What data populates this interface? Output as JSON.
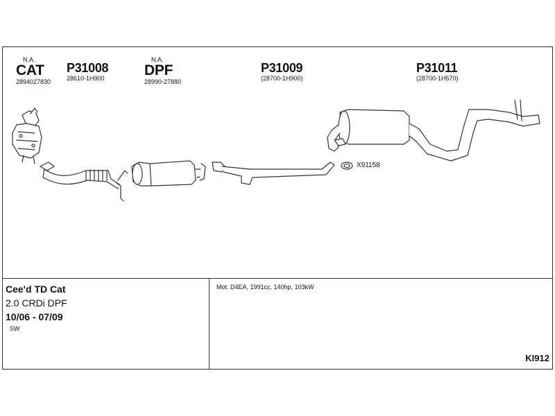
{
  "parts": [
    {
      "na": "N.A.",
      "code": "CAT",
      "ref": "2894027830"
    },
    {
      "na": "",
      "code": "P31008",
      "ref": "28610-1H900"
    },
    {
      "na": "N.A.",
      "code": "DPF",
      "ref": "28990-27880"
    },
    {
      "na": "",
      "code": "P31009",
      "ref": "(28700-1H900)"
    },
    {
      "na": "",
      "code": "P31011",
      "ref": "(28700-1H570)"
    }
  ],
  "clamp": {
    "code": "X91158"
  },
  "vehicle": {
    "model": "Cee'd TD Cat",
    "engine": "2.0 CRDi DPF",
    "period": "10/06 - 07/09",
    "body": "SW"
  },
  "engine_spec": "Mot. D4EA, 1991cc, 140hp, 103kW",
  "kit_code": "KI912",
  "colors": {
    "line": "#333333",
    "fill": "#ffffff",
    "shade": "#cfcfcf"
  }
}
